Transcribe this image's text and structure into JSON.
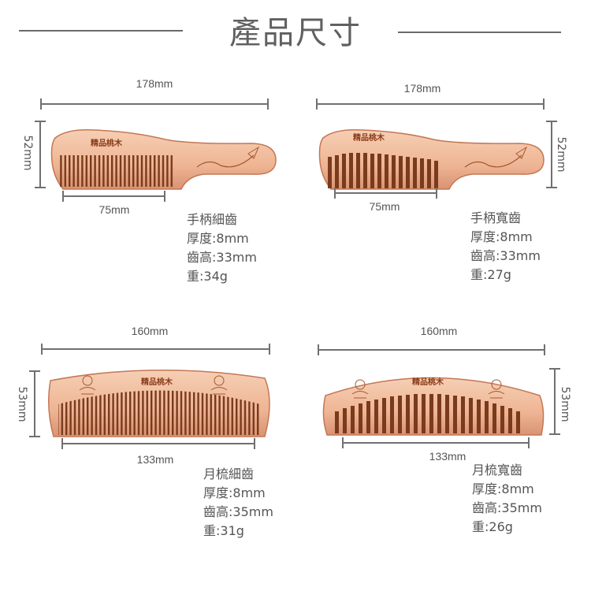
{
  "header": {
    "title": "產品尺寸"
  },
  "colors": {
    "wood_light": "#f2c3a4",
    "wood_mid": "#e5a27f",
    "wood_edge": "#b8643e",
    "teeth_dark": "#7a3a1c",
    "line_gray": "#707070"
  },
  "combs": [
    {
      "id": "handle-fine",
      "engraving": "精品桃木",
      "width_label": "178mm",
      "height_label": "52mm",
      "teeth_span_label": "75mm",
      "specs": {
        "name": "手柄細齒",
        "thickness": "厚度:8mm",
        "tooth_height": "齒高:33mm",
        "weight": "重:34g"
      }
    },
    {
      "id": "handle-wide",
      "engraving": "精品桃木",
      "width_label": "178mm",
      "height_label": "52mm",
      "teeth_span_label": "75mm",
      "specs": {
        "name": "手柄寬齒",
        "thickness": "厚度:8mm",
        "tooth_height": "齒高:33mm",
        "weight": "重:27g"
      }
    },
    {
      "id": "moon-fine",
      "engraving": "精品桃木",
      "width_label": "160mm",
      "height_label": "53mm",
      "teeth_span_label": "133mm",
      "specs": {
        "name": "月梳細齒",
        "thickness": "厚度:8mm",
        "tooth_height": "齒高:35mm",
        "weight": "重:31g"
      }
    },
    {
      "id": "moon-wide",
      "engraving": "精品桃木",
      "width_label": "160mm",
      "height_label": "53mm",
      "teeth_span_label": "133mm",
      "specs": {
        "name": "月梳寬齒",
        "thickness": "厚度:8mm",
        "tooth_height": "齒高:35mm",
        "weight": "重:26g"
      }
    }
  ]
}
